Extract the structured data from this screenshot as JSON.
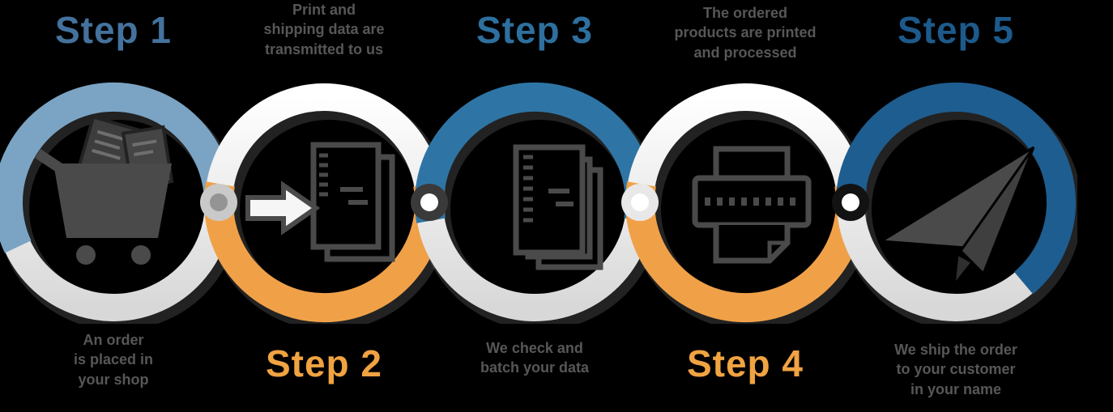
{
  "background_color": "#000000",
  "icon_color": "#4a4a4a",
  "text_color": "#575757",
  "steps": [
    {
      "label": "Step 1",
      "label_color": "#44729d",
      "arc_color": "#7ba4c4",
      "arc_position": "top",
      "icon": "shopping-cart-icon",
      "description": "An order\nis placed in\nyour shop"
    },
    {
      "label": "Step 2",
      "label_color": "#f0a341",
      "arc_color": "#f0a148",
      "arc_position": "bottom",
      "icon": "document-arrow-icon",
      "description": "Print and\nshipping data are\ntransmitted to us"
    },
    {
      "label": "Step 3",
      "label_color": "#2d709f",
      "arc_color": "#2e75a5",
      "arc_position": "top",
      "icon": "document-stack-icon",
      "description": "We check and\nbatch your data"
    },
    {
      "label": "Step 4",
      "label_color": "#f0a341",
      "arc_color": "#f0a148",
      "arc_position": "bottom",
      "icon": "printer-icon",
      "description": "The ordered\nproducts are printed\nand processed"
    },
    {
      "label": "Step 5",
      "label_color": "#1d5a8c",
      "arc_color": "#1e5d90",
      "arc_position": "top",
      "icon": "paper-plane-icon",
      "description": "We ship the order\nto your customer\nin your name"
    }
  ],
  "connectors": [
    {
      "outer_color": "#c9c9c9",
      "inner_color": "#949494"
    },
    {
      "outer_color": "#3a3a3a",
      "inner_color": "#ffffff"
    },
    {
      "outer_color": "#e8e8e8",
      "inner_color": "#ffffff"
    },
    {
      "outer_color": "#121212",
      "inner_color": "#ffffff"
    }
  ]
}
